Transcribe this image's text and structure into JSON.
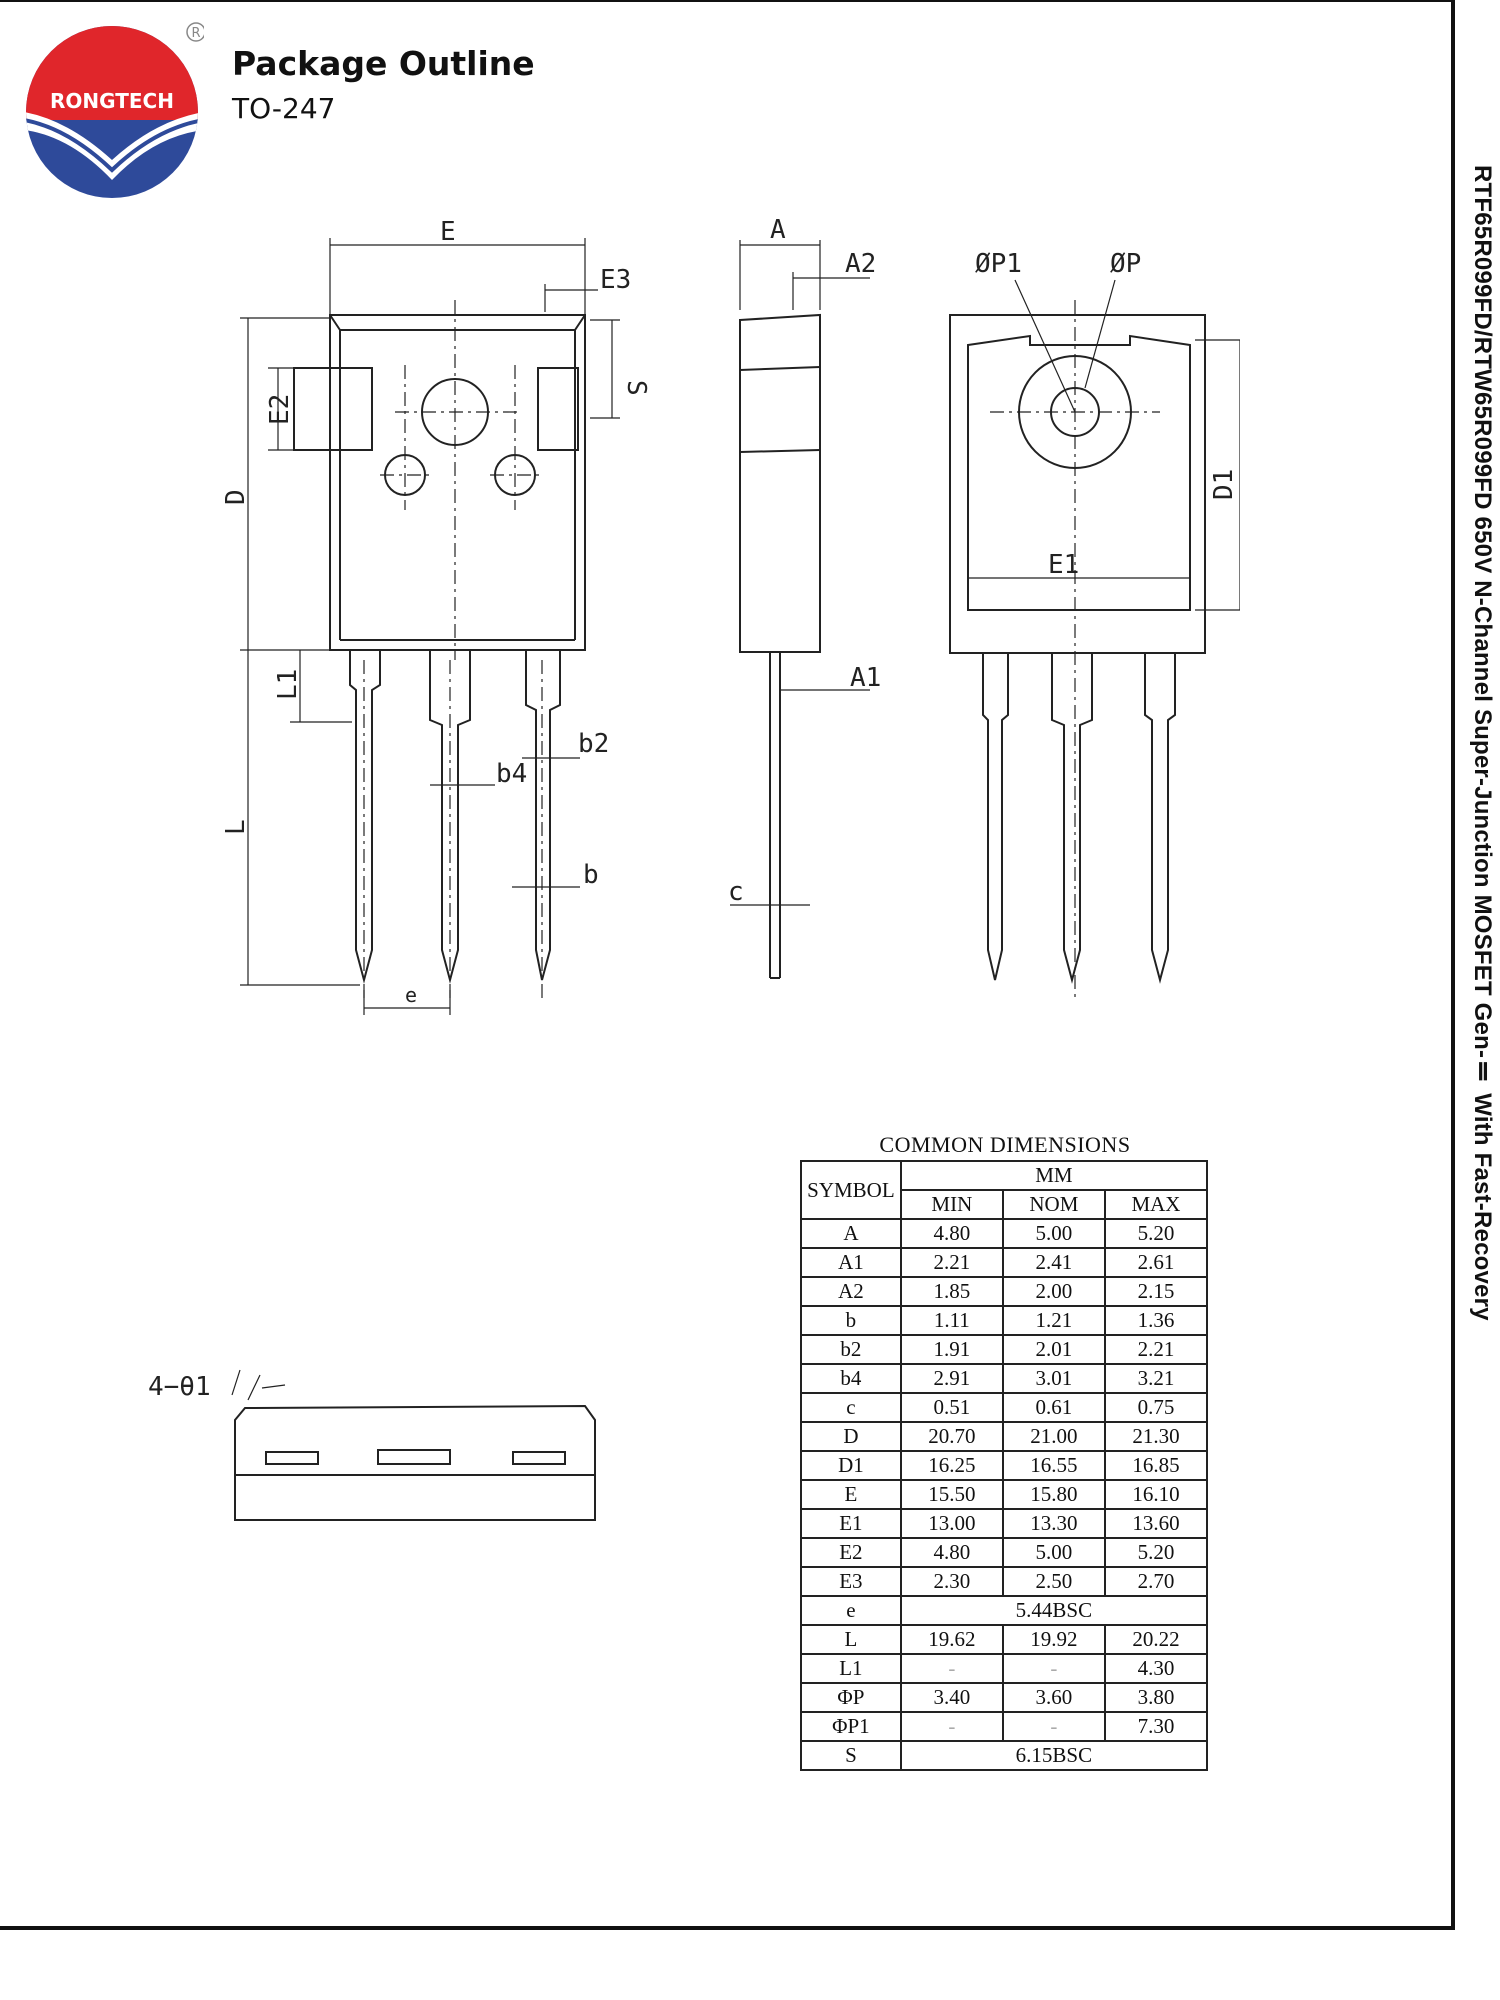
{
  "header": {
    "logo_text": "RONGTECH",
    "registered_mark": "R",
    "title": "Package Outline",
    "subtitle": "TO-247"
  },
  "sidebar": {
    "text": "RTF65R099FD/RTW65R099FD 650V N-Channel Super-Junction MOSFET Gen-Ⅱ With Fast-Recovery"
  },
  "drawing_labels": {
    "E": "E",
    "E3": "E3",
    "E2": "E2",
    "S": "S",
    "D": "D",
    "L1": "L1",
    "L": "L",
    "b2": "b2",
    "b4": "b4",
    "b": "b",
    "e": "e",
    "A": "A",
    "A2": "A2",
    "A1": "A1",
    "c": "c",
    "P1": "ØP1",
    "P": "ØP",
    "D1": "D1",
    "E1": "E1",
    "theta": "4−θ1"
  },
  "dimensions": {
    "title": "COMMON DIMENSIONS",
    "symbol_header": "SYMBOL",
    "unit_header": "MM",
    "columns": [
      "MIN",
      "NOM",
      "MAX"
    ],
    "rows": [
      {
        "symbol": "A",
        "min": "4.80",
        "nom": "5.00",
        "max": "5.20"
      },
      {
        "symbol": "A1",
        "min": "2.21",
        "nom": "2.41",
        "max": "2.61"
      },
      {
        "symbol": "A2",
        "min": "1.85",
        "nom": "2.00",
        "max": "2.15"
      },
      {
        "symbol": "b",
        "min": "1.11",
        "nom": "1.21",
        "max": "1.36"
      },
      {
        "symbol": "b2",
        "min": "1.91",
        "nom": "2.01",
        "max": "2.21"
      },
      {
        "symbol": "b4",
        "min": "2.91",
        "nom": "3.01",
        "max": "3.21"
      },
      {
        "symbol": "c",
        "min": "0.51",
        "nom": "0.61",
        "max": "0.75"
      },
      {
        "symbol": "D",
        "min": "20.70",
        "nom": "21.00",
        "max": "21.30"
      },
      {
        "symbol": "D1",
        "min": "16.25",
        "nom": "16.55",
        "max": "16.85"
      },
      {
        "symbol": "E",
        "min": "15.50",
        "nom": "15.80",
        "max": "16.10"
      },
      {
        "symbol": "E1",
        "min": "13.00",
        "nom": "13.30",
        "max": "13.60"
      },
      {
        "symbol": "E2",
        "min": "4.80",
        "nom": "5.00",
        "max": "5.20"
      },
      {
        "symbol": "E3",
        "min": "2.30",
        "nom": "2.50",
        "max": "2.70"
      },
      {
        "symbol": "e",
        "span": "5.44BSC"
      },
      {
        "symbol": "L",
        "min": "19.62",
        "nom": "19.92",
        "max": "20.22"
      },
      {
        "symbol": "L1",
        "min": "-",
        "nom": "-",
        "max": "4.30"
      },
      {
        "symbol": "ΦP",
        "min": "3.40",
        "nom": "3.60",
        "max": "3.80"
      },
      {
        "symbol": "ΦP1",
        "min": "-",
        "nom": "-",
        "max": "7.30"
      },
      {
        "symbol": "S",
        "span": "6.15BSC"
      }
    ]
  }
}
